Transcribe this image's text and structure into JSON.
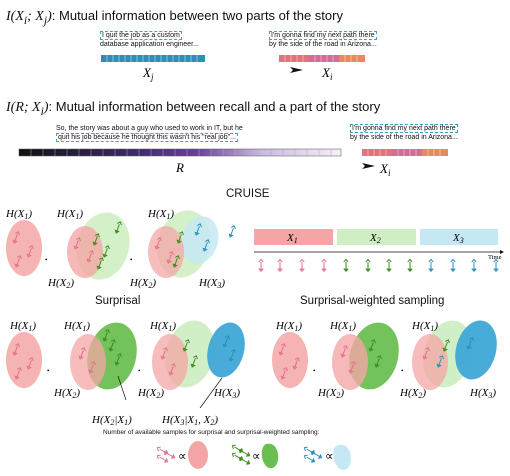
{
  "top": {
    "heading_sym": "I(X",
    "heading": ": Mutual information between two parts of the story",
    "snippet_xj_line1": "I quit the job as a custom",
    "snippet_xj_line2": "database application engineer...",
    "snippet_xi_line1": "I'm gonna find my next path there",
    "snippet_xi_line2": "by the side of the road in Arizona...",
    "label_xj": "X",
    "label_xi": "X"
  },
  "middle": {
    "heading": ": Mutual information between recall and a part of the story",
    "recall_line1": "So, the story was about a guy who used to work in IT, but he",
    "recall_line2": "quit his job because he thought this wasn't his \"real job\"...",
    "snippet_xi_line1": "I'm gonna find my next path there",
    "snippet_xi_line2": "by the side of the road in Arizona...",
    "label_r": "R",
    "label_xi": "X"
  },
  "cruise": {
    "title": "CRUISE",
    "segments": [
      "X1",
      "X2",
      "X3"
    ],
    "time_label": "Time",
    "colors": {
      "x1": "#f4a6a6",
      "x2": "#cfeec3",
      "x3": "#c6e8f4"
    }
  },
  "surprisal": {
    "title": "Surprisal",
    "cond1": "H(X2|X1)",
    "cond2": "H(X3|X1, X2)"
  },
  "weighted": {
    "title": "Surprisal-weighted sampling"
  },
  "footer": {
    "caption": "Number of available samples for surprisal and surprisal-weighted sampling:",
    "prop": "∝"
  }
}
